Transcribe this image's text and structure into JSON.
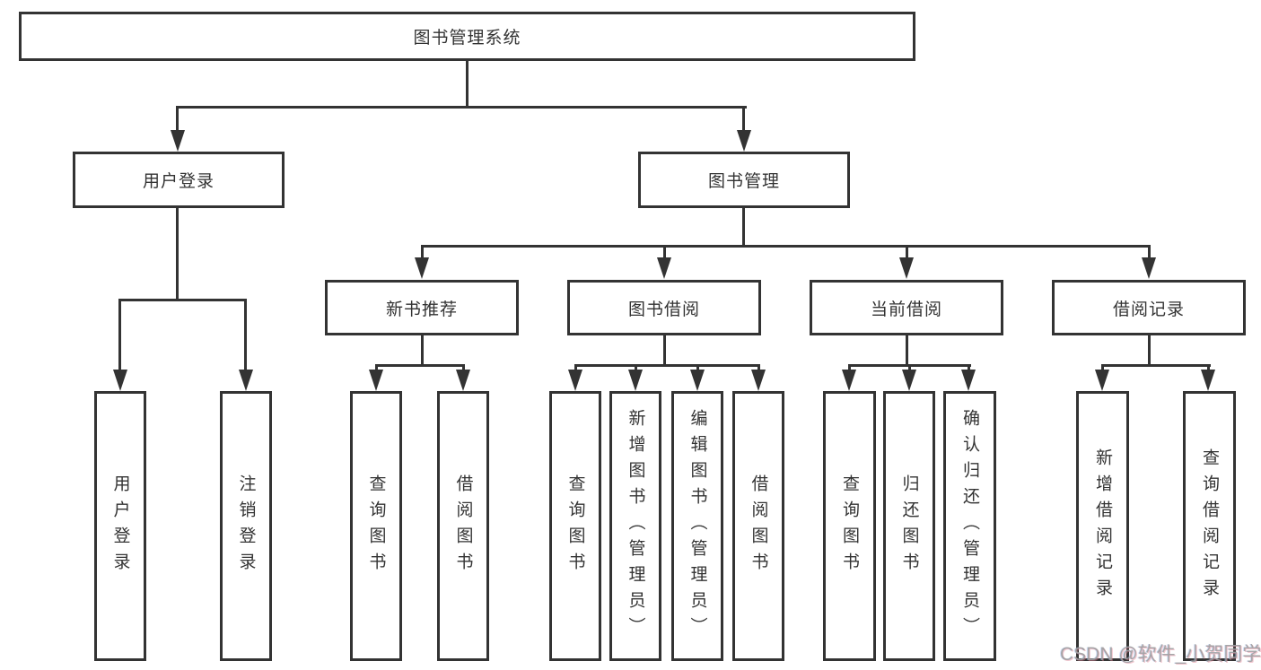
{
  "diagram": {
    "type": "hierarchy-tree",
    "title": "图书管理系统",
    "colors": {
      "line": "#333333",
      "text": "#333333",
      "background": "#ffffff",
      "watermark": "#9e9e9e"
    },
    "nodes": {
      "root": {
        "label": "图书管理系统"
      },
      "user_login": {
        "label": "用户登录"
      },
      "book_mgmt": {
        "label": "图书管理"
      },
      "login": {
        "label": "用户登录"
      },
      "logout": {
        "label": "注销登录"
      },
      "new_book_rec": {
        "label": "新书推荐"
      },
      "book_borrow": {
        "label": "图书借阅"
      },
      "current_borrow": {
        "label": "当前借阅"
      },
      "borrow_record": {
        "label": "借阅记录"
      },
      "nbr_query_book": {
        "label": "查询图书"
      },
      "nbr_borrow_book": {
        "label": "借阅图书"
      },
      "bb_query_book": {
        "label": "查询图书"
      },
      "bb_add_book": {
        "label": "新增图书（管理员）"
      },
      "bb_edit_book": {
        "label": "编辑图书（管理员）"
      },
      "bb_borrow_book": {
        "label": "借阅图书"
      },
      "cb_query_book": {
        "label": "查询图书"
      },
      "cb_return_book": {
        "label": "归还图书"
      },
      "cb_confirm_return": {
        "label": "确认归还（管理员）"
      },
      "br_add_record": {
        "label": "新增借阅记录"
      },
      "br_query_record": {
        "label": "查询借阅记录"
      }
    },
    "tree": {
      "root": [
        "user_login",
        "book_mgmt"
      ],
      "user_login": [
        "login",
        "logout"
      ],
      "book_mgmt": [
        "new_book_rec",
        "book_borrow",
        "current_borrow",
        "borrow_record"
      ],
      "new_book_rec": [
        "nbr_query_book",
        "nbr_borrow_book"
      ],
      "book_borrow": [
        "bb_query_book",
        "bb_add_book",
        "bb_edit_book",
        "bb_borrow_book"
      ],
      "current_borrow": [
        "cb_query_book",
        "cb_return_book",
        "cb_confirm_return"
      ],
      "borrow_record": [
        "br_add_record",
        "br_query_record"
      ]
    },
    "watermark": "CSDN @软件_小贺同学"
  }
}
